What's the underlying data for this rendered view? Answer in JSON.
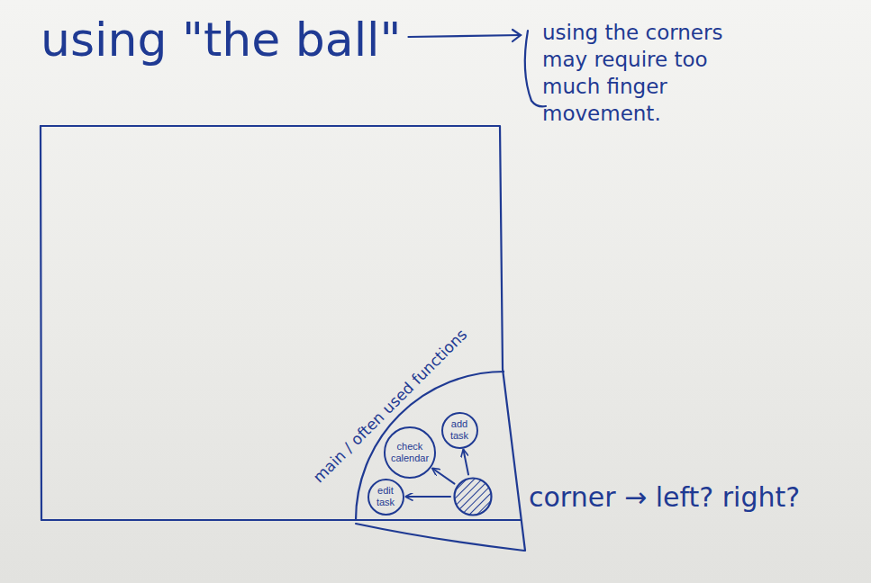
{
  "diagram": {
    "title": "using \"the ball\"",
    "nodes": [
      {
        "text": [
          "main / often used functions"
        ]
      },
      {
        "text": [
          "add task"
        ],
        "in": 0
      },
      {
        "text": [
          "check calendar"
        ],
        "in": 0
      },
      {
        "text": [
          "edit task"
        ],
        "in": 0
      },
      {
        "text": [
          "corner → left? right?"
        ],
        "in": 0
      }
    ],
    "edges": [
      {
        "from": 4,
        "to": 1,
        "arrow": "to"
      },
      {
        "from": 4,
        "to": 2,
        "arrow": "to"
      },
      {
        "from": 4,
        "to": 3,
        "arrow": "to"
      }
    ],
    "labels": [
      "using the corners may require too much finger movement."
    ]
  }
}
